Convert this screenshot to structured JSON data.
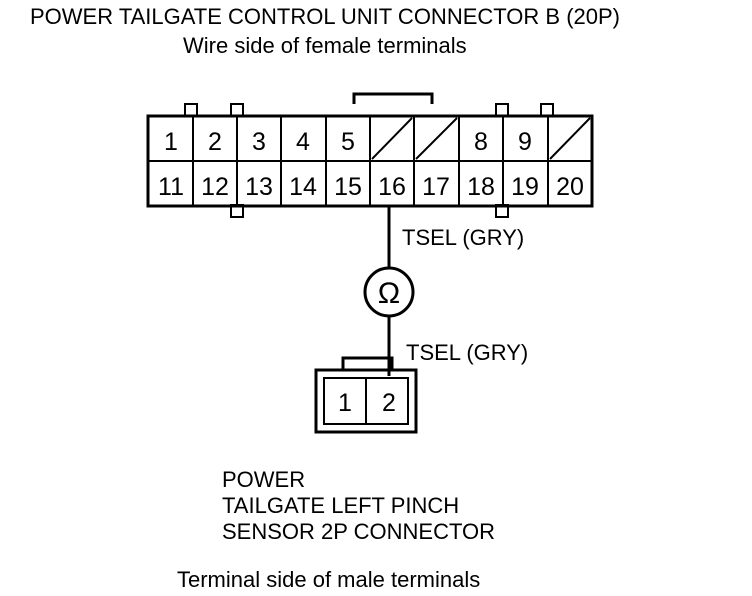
{
  "header": {
    "title": "POWER TAILGATE CONTROL UNIT CONNECTOR B (20P)",
    "subtitle": "Wire side of female terminals"
  },
  "connector_b": {
    "top_row": [
      "1",
      "2",
      "3",
      "4",
      "5",
      "",
      "",
      "8",
      "9",
      ""
    ],
    "bottom_row": [
      "11",
      "12",
      "13",
      "14",
      "15",
      "16",
      "17",
      "18",
      "19",
      "20"
    ]
  },
  "wire_upper_label": "TSEL (GRY)",
  "meter_symbol": "Ω",
  "wire_lower_label": "TSEL (GRY)",
  "sensor_connector": {
    "pins": [
      "1",
      "2"
    ],
    "name_lines": [
      "POWER",
      "TAILGATE LEFT PINCH",
      "SENSOR 2P CONNECTOR"
    ]
  },
  "footer": "Terminal side of male terminals"
}
